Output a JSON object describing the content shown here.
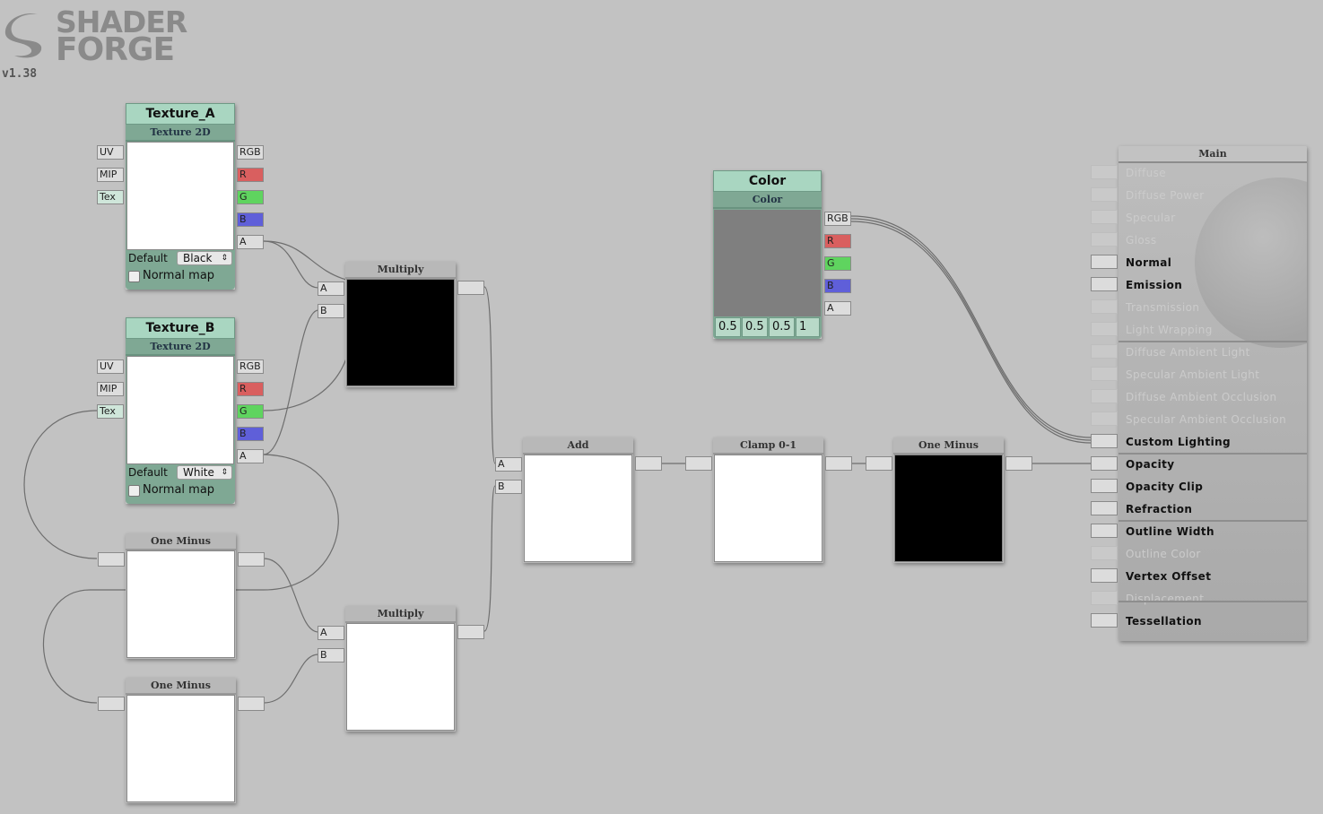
{
  "app": {
    "logo_line1": "SHADER",
    "logo_line2": "FORGE",
    "version": "v1.38"
  },
  "colors": {
    "canvas": "#c2c2c2",
    "texture_node": "#a9d6c1",
    "port_r": "#d95f5f",
    "port_g": "#5fd45f",
    "port_b": "#5f5fd9",
    "color_preview": "#7f7f7f"
  },
  "nodes": {
    "texture_a": {
      "title": "Texture_A",
      "type": "Texture 2D",
      "inputs": [
        "UV",
        "MIP",
        "Tex"
      ],
      "outputs": [
        "RGB",
        "R",
        "G",
        "B",
        "A"
      ],
      "default_label": "Default",
      "default_value": "Black",
      "normal_map_label": "Normal map",
      "normal_map_checked": false,
      "preview": "#ffffff"
    },
    "texture_b": {
      "title": "Texture_B",
      "type": "Texture 2D",
      "inputs": [
        "UV",
        "MIP",
        "Tex"
      ],
      "outputs": [
        "RGB",
        "R",
        "G",
        "B",
        "A"
      ],
      "default_label": "Default",
      "default_value": "White",
      "normal_map_label": "Normal map",
      "normal_map_checked": false,
      "preview": "#ffffff"
    },
    "multiply_1": {
      "title": "Multiply",
      "inputs": [
        "A",
        "B"
      ],
      "preview": "#000000"
    },
    "multiply_2": {
      "title": "Multiply",
      "inputs": [
        "A",
        "B"
      ],
      "preview": "#ffffff"
    },
    "one_minus_1": {
      "title": "One Minus",
      "preview": "#ffffff"
    },
    "one_minus_2": {
      "title": "One Minus",
      "preview": "#ffffff"
    },
    "add": {
      "title": "Add",
      "inputs": [
        "A",
        "B"
      ],
      "preview": "#ffffff"
    },
    "clamp": {
      "title": "Clamp 0-1",
      "preview": "#ffffff"
    },
    "one_minus_3": {
      "title": "One Minus",
      "preview": "#000000"
    },
    "color": {
      "title": "Color",
      "type": "Color",
      "outputs": [
        "RGB",
        "R",
        "G",
        "B",
        "A"
      ],
      "values": [
        "0.5",
        "0.5",
        "0.5",
        "1"
      ],
      "preview": "#7f7f7f"
    }
  },
  "main": {
    "title": "Main",
    "inputs": [
      {
        "label": "Diffuse",
        "enabled": false
      },
      {
        "label": "Diffuse Power",
        "enabled": false
      },
      {
        "label": "Specular",
        "enabled": false
      },
      {
        "label": "Gloss",
        "enabled": false
      },
      {
        "label": "Normal",
        "enabled": true
      },
      {
        "label": "Emission",
        "enabled": true
      },
      {
        "label": "Transmission",
        "enabled": false
      },
      {
        "label": "Light Wrapping",
        "enabled": false
      },
      {
        "label": "Diffuse Ambient Light",
        "enabled": false
      },
      {
        "label": "Specular Ambient Light",
        "enabled": false
      },
      {
        "label": "Diffuse Ambient Occlusion",
        "enabled": false
      },
      {
        "label": "Specular Ambient Occlusion",
        "enabled": false
      },
      {
        "label": "Custom Lighting",
        "enabled": true
      },
      {
        "label": "Opacity",
        "enabled": true
      },
      {
        "label": "Opacity Clip",
        "enabled": true
      },
      {
        "label": "Refraction",
        "enabled": true
      },
      {
        "label": "Outline Width",
        "enabled": true
      },
      {
        "label": "Outline Color",
        "enabled": false
      },
      {
        "label": "Vertex Offset",
        "enabled": true
      },
      {
        "label": "Displacement",
        "enabled": false
      },
      {
        "label": "Tessellation",
        "enabled": true
      }
    ]
  }
}
